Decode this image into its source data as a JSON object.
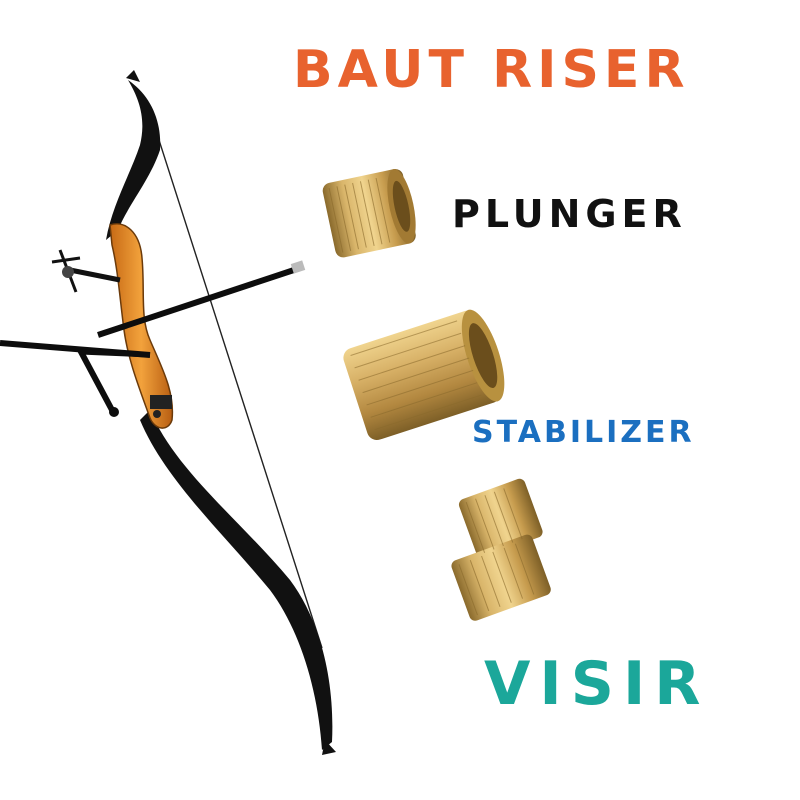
{
  "labels": {
    "title": "BAUT RISER",
    "plunger": "PLUNGER",
    "stabilizer": "STABILIZER",
    "visir": "VISIR"
  },
  "colors": {
    "title": "#e8622e",
    "plunger": "#111111",
    "stabilizer": "#1b6fc0",
    "visir": "#1ba79a",
    "brass": "#c9a254",
    "riser": "#e58a2a"
  }
}
